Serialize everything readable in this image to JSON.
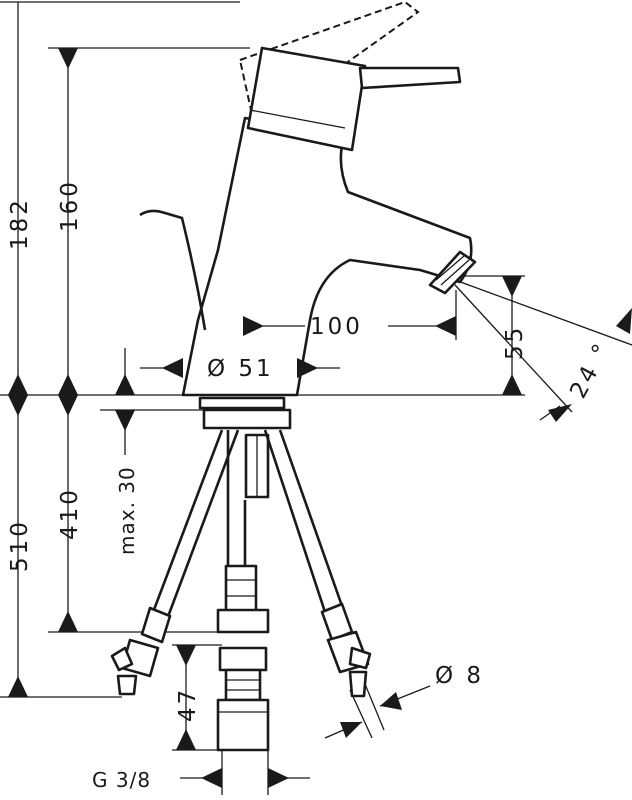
{
  "dimensions": {
    "overall_height": "182",
    "spout_height": "160",
    "below_counter_total": "510",
    "hose_length": "410",
    "max_counter_thickness": "max. 30",
    "reach": "100",
    "base_diameter": "Ø 51",
    "outlet_height": "55",
    "outlet_angle": "24 °",
    "connector_length": "47",
    "hose_diameter": "Ø 8",
    "thread": "G 3/8"
  },
  "colors": {
    "line": "#1a1a1a",
    "background": "#ffffff"
  }
}
